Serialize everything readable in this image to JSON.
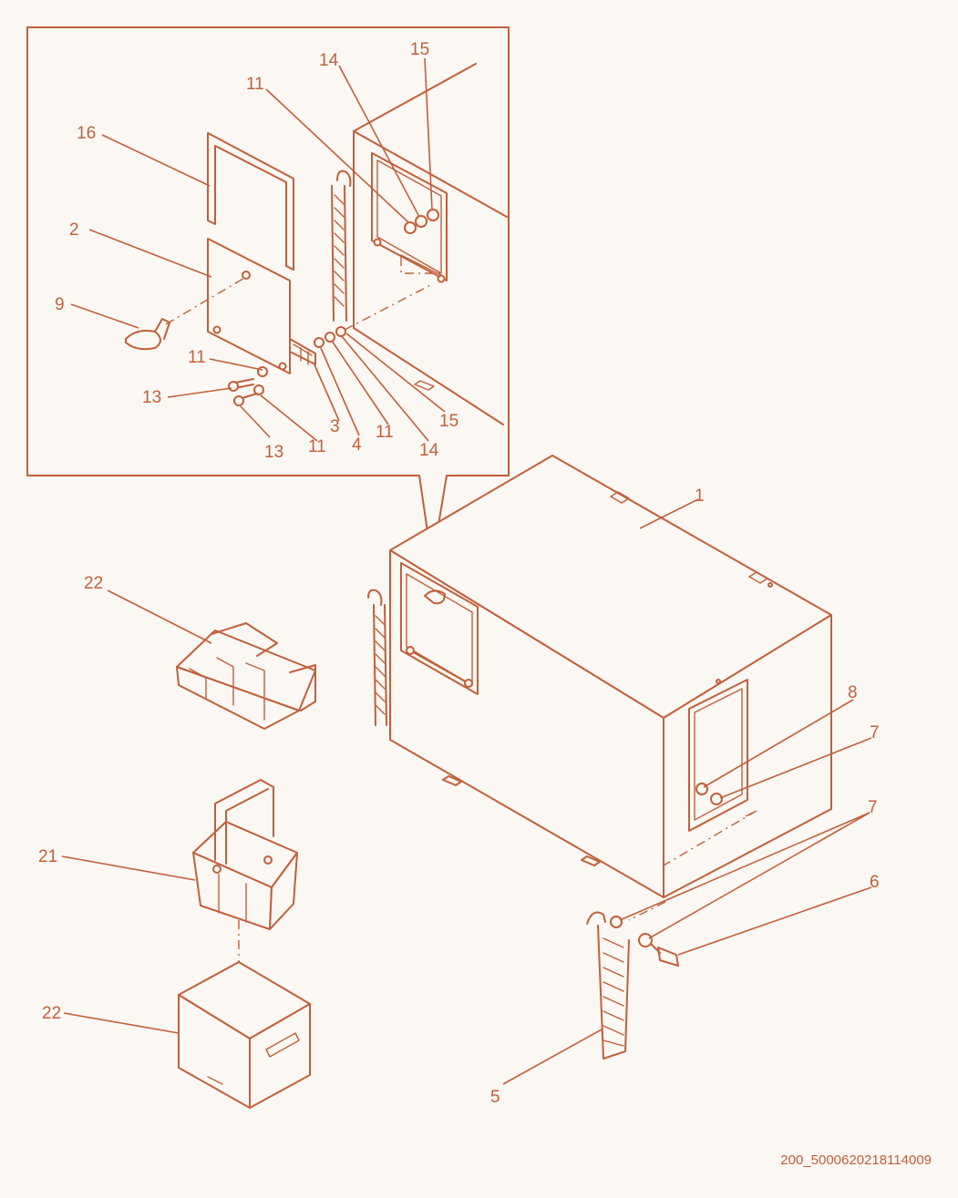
{
  "labels": {
    "inset": {
      "l16": "16",
      "l2": "2",
      "l9": "9",
      "l11a": "11",
      "l13a": "13",
      "l13b": "13",
      "l11b": "11",
      "l3": "3",
      "l4": "4",
      "l11c": "11",
      "l14b": "14",
      "l15b": "15",
      "l11top": "11",
      "l14top": "14",
      "l15top": "15"
    },
    "main": {
      "l1": "1",
      "l22a": "22",
      "l21": "21",
      "l22b": "22",
      "l8": "8",
      "l7a": "7",
      "l7b": "7",
      "l6": "6",
      "l5": "5"
    }
  },
  "figure_code": "200_5000620218114009",
  "colors": {
    "line": "#c0603a",
    "background": "#fbf7f2"
  }
}
